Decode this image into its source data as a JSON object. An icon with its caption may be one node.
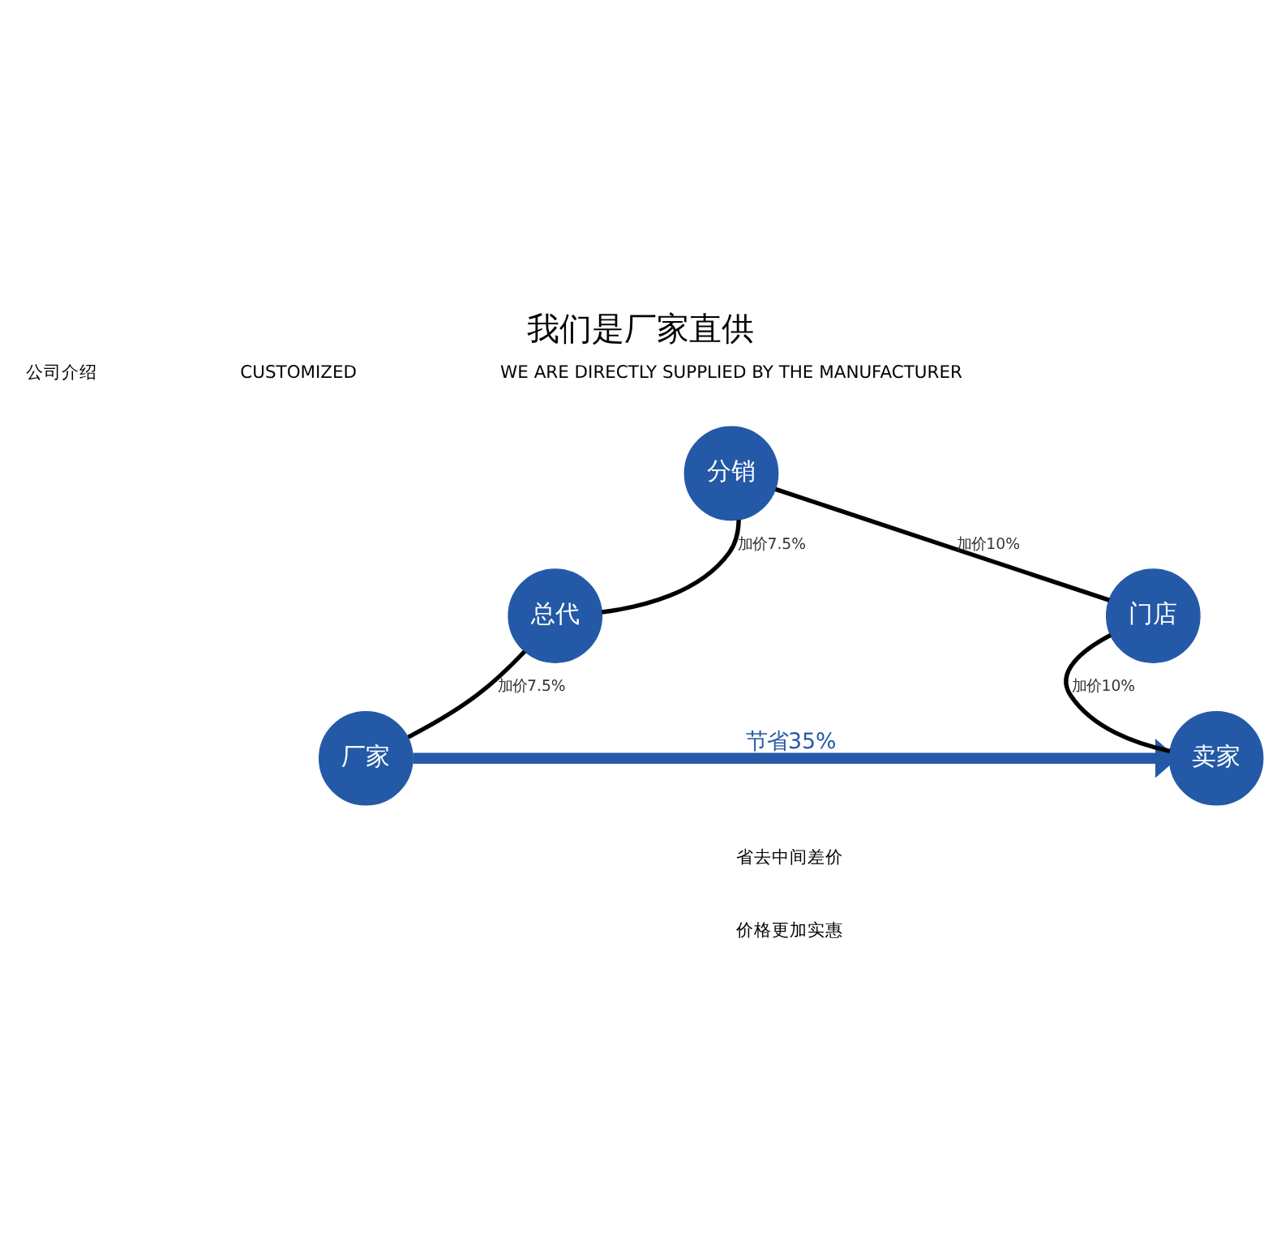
{
  "diagram": {
    "title": "我们是厂家直供",
    "nodes": [
      {
        "text": [
          "厂家"
        ]
      },
      {
        "text": [
          "总代"
        ]
      },
      {
        "text": [
          "分销"
        ]
      },
      {
        "text": [
          "门店"
        ]
      },
      {
        "text": [
          "卖家"
        ]
      }
    ],
    "edges": [
      {
        "from": 0,
        "to": 1,
        "arrow": "none",
        "label": "加价7.5%"
      },
      {
        "from": 1,
        "to": 2,
        "arrow": "none",
        "label": "加价7.5%"
      },
      {
        "from": 2,
        "to": 3,
        "arrow": "none",
        "label": "加价10%"
      },
      {
        "from": 3,
        "to": 4,
        "arrow": "none",
        "label": "加价10%"
      },
      {
        "from": 0,
        "to": 4,
        "arrow": "to",
        "label": "节省35%",
        "style": "thick",
        "color": "#2359a6"
      }
    ],
    "labels": [
      "公司介绍",
      "CUSTOMIZED",
      "WE ARE DIRECTLY SUPPLIED BY THE MANUFACTURER",
      "省去中间差价",
      "价格更加实惠"
    ]
  }
}
